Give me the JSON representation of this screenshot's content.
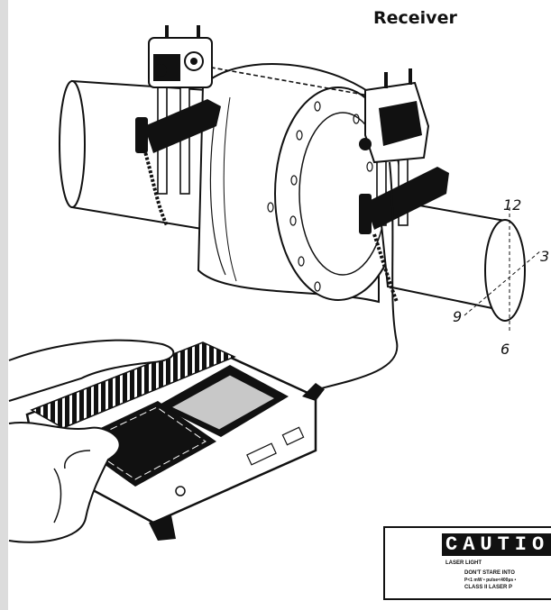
{
  "labels": {
    "receiver": "Receiver"
  },
  "clock": {
    "twelve": "12",
    "three": "3",
    "six": "6",
    "nine": "9"
  },
  "caution": {
    "title": "CAUTIO",
    "line1": "LASER LIGHT",
    "line2": "DON'T STARE INTO",
    "line3": "P<1 mW • pulse<400µs •",
    "line4": "CLASS II LASER P"
  },
  "colors": {
    "ink": "#111111",
    "panel": "#dcdcdc",
    "screen": "#c8c8c8"
  }
}
